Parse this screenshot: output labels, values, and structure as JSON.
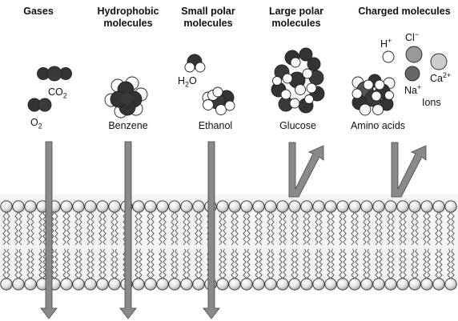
{
  "headers": {
    "gases": "Gases",
    "hydrophobic_1": "Hydrophobic",
    "hydrophobic_2": "molecules",
    "small_polar_1": "Small polar",
    "small_polar_2": "molecules",
    "large_polar_1": "Large polar",
    "large_polar_2": "molecules",
    "charged": "Charged molecules"
  },
  "molecules": {
    "co2": {
      "base": "CO",
      "sub": "2"
    },
    "o2": {
      "base": "O",
      "sub": "2"
    },
    "benzene": "Benzene",
    "h2o": {
      "pre": "H",
      "sub": "2",
      "post": "O"
    },
    "ethanol": "Ethanol",
    "glucose": "Glucose",
    "amino_acids": "Amino acids",
    "h_ion": {
      "base": "H",
      "sup": "+"
    },
    "cl_ion": {
      "base": "Cl",
      "sup": "−"
    },
    "na_ion": {
      "base": "Na",
      "sup": "+"
    },
    "ca_ion": {
      "base": "Ca",
      "sup": "2+"
    },
    "ions": "Ions"
  },
  "colors": {
    "dark_atom": "#333333",
    "light_atom": "#ffffff",
    "arrow": "#8a8a8a",
    "membrane_head": "#e6e6e6",
    "membrane_tail": "#555555"
  }
}
